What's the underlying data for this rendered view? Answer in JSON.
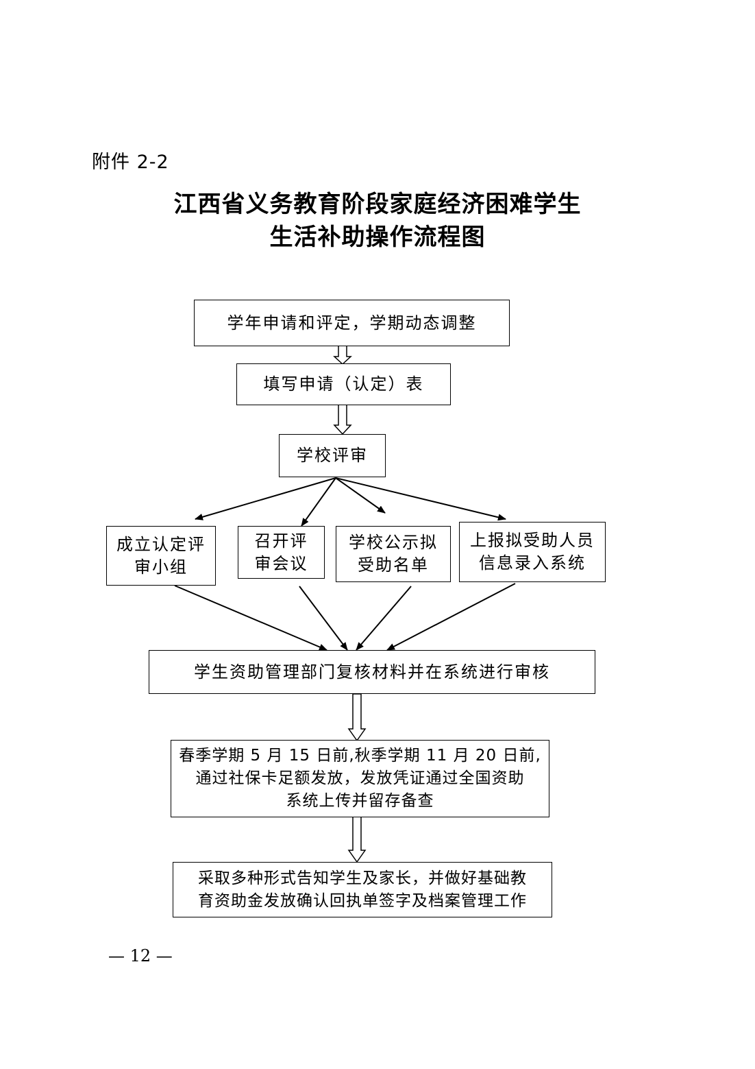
{
  "header": {
    "attachment_label": "附件 2-2",
    "title_line1": "江西省义务教育阶段家庭经济困难学生",
    "title_line2": "生活补助操作流程图"
  },
  "flowchart": {
    "step1": "学年申请和评定，学期动态调整",
    "step2": "填写申请（认定）表",
    "step3": "学校评审",
    "branch1": {
      "line1": "成立认定评",
      "line2": "审小组"
    },
    "branch2": {
      "line1": "召开评",
      "line2": "审会议"
    },
    "branch3": {
      "line1": "学校公示拟",
      "line2": "受助名单"
    },
    "branch4": {
      "line1": "上报拟受助人员",
      "line2": "信息录入系统"
    },
    "step4": "学生资助管理部门复核材料并在系统进行审核",
    "step5": {
      "line1": "春季学期 5 月 15 日前,秋季学期 11 月 20 日前,",
      "line2": "通过社保卡足额发放，发放凭证通过全国资助",
      "line3": "系统上传并留存备查"
    },
    "step6": {
      "line1": "采取多种形式告知学生及家长，并做好基础教",
      "line2": "育资助金发放确认回执单签字及档案管理工作"
    }
  },
  "footer": {
    "page_number": "— 12 —"
  }
}
